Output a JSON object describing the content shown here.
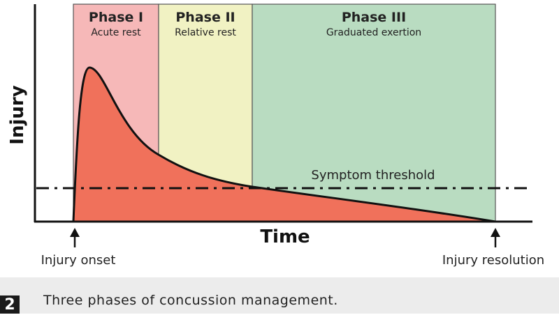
{
  "diagram": {
    "y_axis_label": "Injury",
    "x_axis_label": "Time",
    "phases": [
      {
        "title": "Phase I",
        "subtitle": "Acute rest",
        "color": "#f6b8b8"
      },
      {
        "title": "Phase II",
        "subtitle": "Relative rest",
        "color": "#f1f2c3"
      },
      {
        "title": "Phase III",
        "subtitle": "Graduated exertion",
        "color": "#b9dcc1"
      }
    ],
    "threshold_label": "Symptom threshold",
    "onset_label": "Injury onset",
    "resolution_label": "Injury resolution",
    "curve_color": "#f0715b"
  },
  "caption": {
    "figure_number": "2",
    "text": "Three phases of concussion management."
  }
}
